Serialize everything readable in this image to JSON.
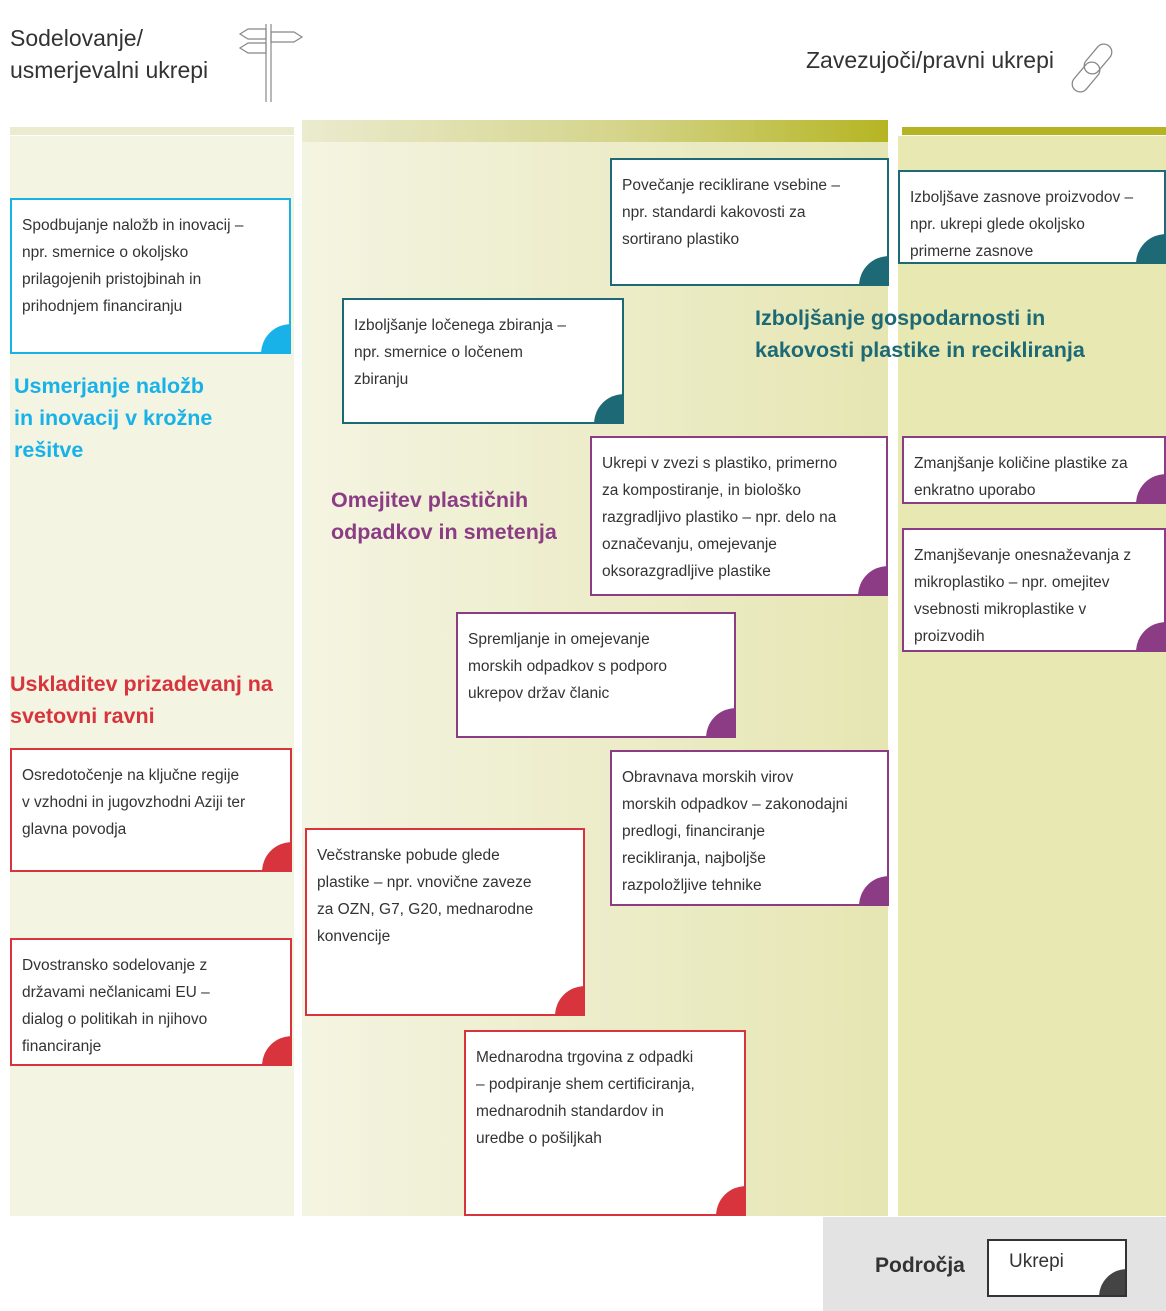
{
  "header": {
    "left_label_line1": "Sodelovanje/",
    "left_label_line2": "usmerjevalni ukrepi",
    "left_icon": "signpost-icon",
    "right_label": "Zavezujoči/pravni ukrepi",
    "right_icon": "chain-link-icon"
  },
  "colors": {
    "blue": "#19b2e8",
    "teal": "#1d6a76",
    "purple": "#8c3c84",
    "red": "#d8343d",
    "column_light": "#f4f4e2",
    "column_mid": "#ecebc8",
    "column_right": "#e8e8b2",
    "band_olive": "#b5b523"
  },
  "headings": {
    "investment": [
      "Usmerjanje naložb",
      "in inovacij v krožne",
      "rešitve"
    ],
    "economics": [
      "Izboljšanje gospodarnosti in",
      "kakovosti plastike in recikliranja"
    ],
    "waste": [
      "Omejitev plastičnih",
      "odpadkov in smetenja"
    ],
    "global": [
      "Uskladitev prizadevanj na",
      "svetovni ravni"
    ]
  },
  "cards": {
    "investment_guidance": [
      "Spodbujanje naložb in inovacij –",
      "npr. smernice o okoljsko",
      "prilagojenih pristojbinah in",
      "prihodnjem financiranju"
    ],
    "recycled_content": [
      "Povečanje reciklirane vsebine –",
      "npr. standardi kakovosti za",
      "sortirano plastiko"
    ],
    "product_design": [
      "Izboljšave zasnove proizvodov –",
      "npr. ukrepi glede okoljsko",
      "primerne zasnove"
    ],
    "separate_collection": [
      "Izboljšanje ločenega zbiranja –",
      "npr. smernice o ločenem",
      "zbiranju"
    ],
    "compostable": [
      "Ukrepi v zvezi s plastiko, primerno",
      "za kompostiranje, in biološko",
      "razgradljivo plastiko – npr. delo na",
      "označevanju, omejevanje",
      "oksorazgradljive plastike"
    ],
    "single_use": [
      "Zmanjšanje količine plastike za",
      "enkratno uporabo"
    ],
    "microplastics": [
      "Zmanjševanje onesnaževanja z",
      "mikroplastiko – npr. omejitev",
      "vsebnosti mikroplastike v",
      "proizvodih"
    ],
    "marine_monitoring": [
      "Spremljanje in omejevanje",
      "morskih odpadkov s podporo",
      "ukrepov držav članic"
    ],
    "marine_sources": [
      "Obravnava morskih virov",
      "morskih odpadkov – zakonodajni",
      "predlogi, financiranje",
      "recikliranja, najboljše",
      "razpoložljive tehnike"
    ],
    "key_regions": [
      "Osredotočenje na ključne regije",
      "v vzhodni in jugovzhodni Aziji ter",
      "glavna povodja"
    ],
    "multilateral": [
      "Večstranske pobude glede",
      "plastike – npr. vnovične zaveze",
      "za OZN, G7, G20, mednarodne",
      "konvencije"
    ],
    "bilateral": [
      "Dvostransko sodelovanje z",
      "državami nečlanicami EU –",
      "dialog o politikah in njihovo",
      "financiranje"
    ],
    "trade": [
      "Mednarodna trgovina z odpadki",
      "– podpiranje shem certificiranja,",
      "mednarodnih standardov in",
      "uredbe o pošiljkah"
    ]
  },
  "legend": {
    "areas_label": "Področja",
    "measures_label": "Ukrepi"
  }
}
